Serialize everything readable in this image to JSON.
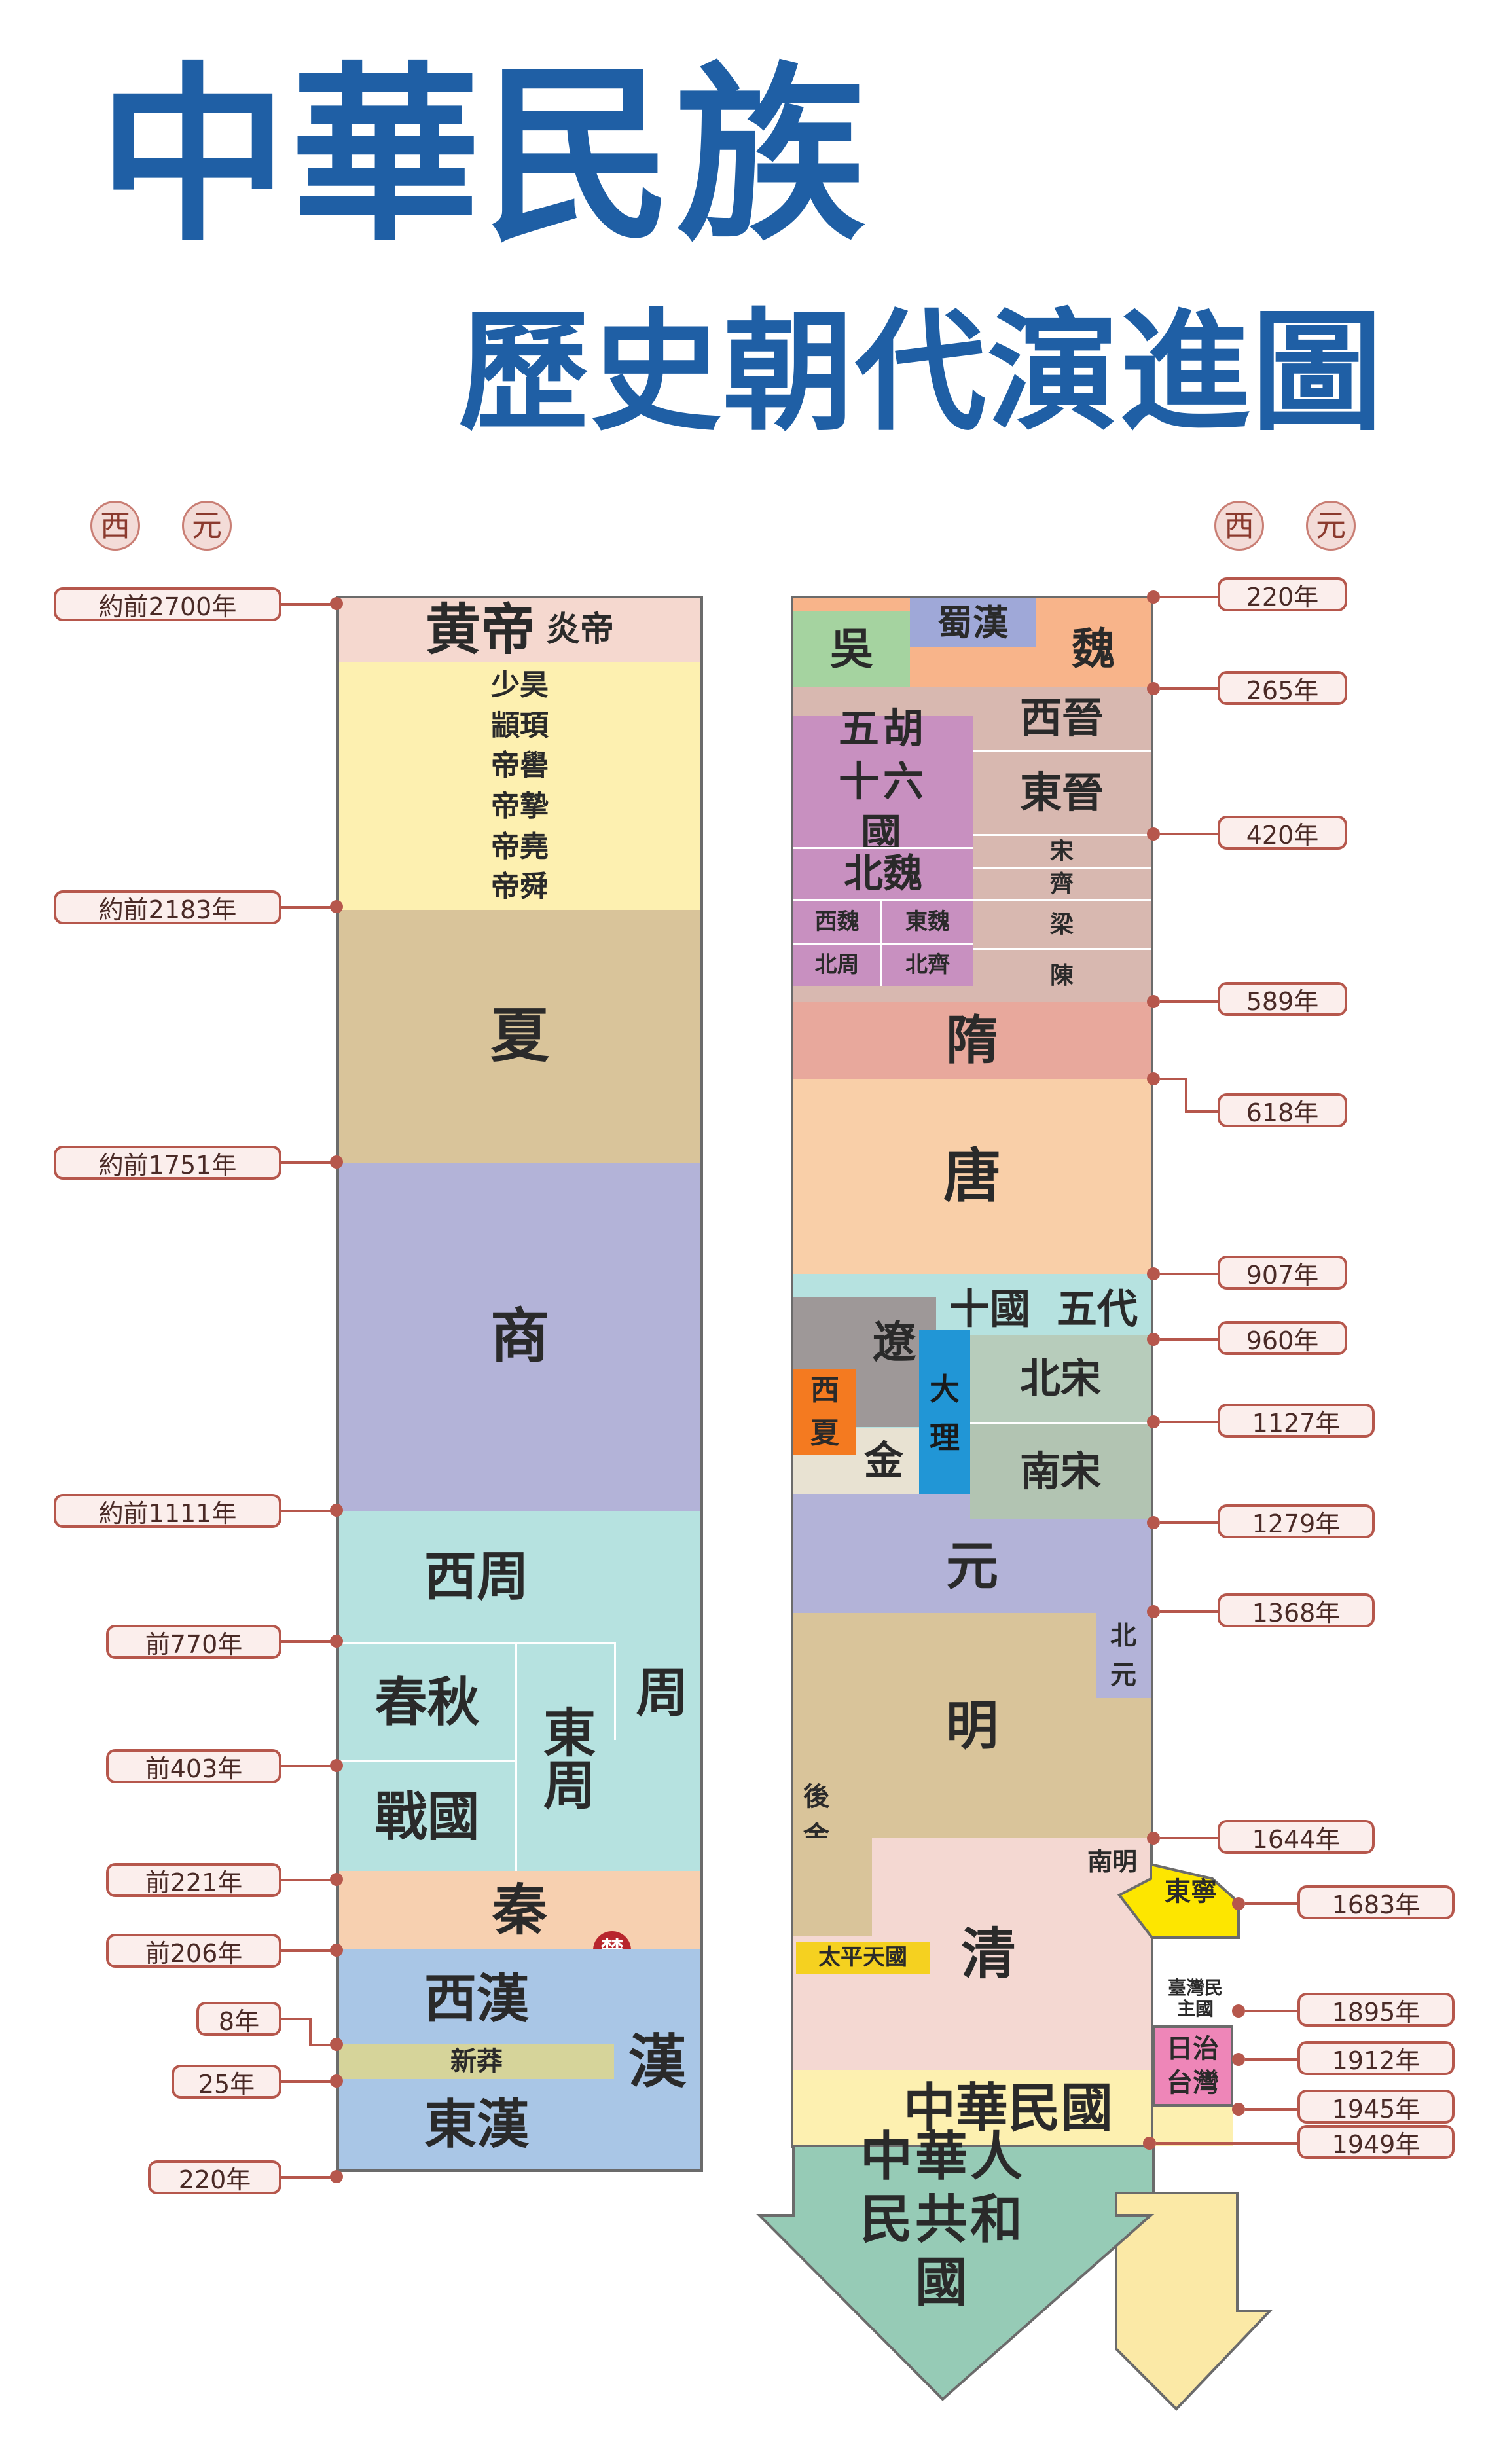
{
  "title": {
    "line1": "中華民族",
    "line2": "歷史朝代演進圖"
  },
  "era_label": {
    "left": [
      "西",
      "元"
    ],
    "right": [
      "西",
      "元"
    ]
  },
  "left_column": {
    "huangdi": "黄帝",
    "yandi": "炎帝",
    "five_emperors": [
      "少昊",
      "顓頊",
      "帝嚳",
      "帝摯",
      "帝堯",
      "帝舜"
    ],
    "xia": "夏",
    "shang": "商",
    "western_zhou": "西周",
    "zhou": "周",
    "spring_autumn": "春秋",
    "warring_states": "戰國",
    "eastern_zhou": "東周",
    "qin": "秦",
    "chu": "楚",
    "western_han": "西漢",
    "xin": "新莽",
    "han": "漢",
    "eastern_han": "東漢"
  },
  "left_years": [
    "約前2700年",
    "約前2183年",
    "約前1751年",
    "約前1111年",
    "前770年",
    "前403年",
    "前221年",
    "前206年",
    "8年",
    "25年",
    "220年"
  ],
  "right_column": {
    "wu": "吳",
    "shu_han": "蜀漢",
    "wei": "魏",
    "western_jin": "西晉",
    "eastern_jin": "東晉",
    "sixteen_kingdoms": "五胡十六國",
    "northern_wei": "北魏",
    "western_wei": "西魏",
    "eastern_wei": "東魏",
    "northern_zhou": "北周",
    "northern_qi": "北齊",
    "song_dyn": "宋",
    "qi_dyn": "齊",
    "liang": "梁",
    "chen": "陳",
    "sui": "隋",
    "tang": "唐",
    "five_dynasties": "五代",
    "ten_kingdoms": "十國",
    "liao": "遼",
    "western_xia": "西夏",
    "dali": "大理",
    "jin": "金",
    "northern_song": "北宋",
    "southern_song": "南宋",
    "yuan": "元",
    "northern_yuan": "北元",
    "ming": "明",
    "later_jin": "後金",
    "southern_ming": "南明",
    "dongning": "東寧",
    "qing": "清",
    "taiping": "太平天國",
    "taiwan_republic": "臺灣民主國",
    "japanese_taiwan": "日治台灣",
    "roc": "中華民國",
    "prc": "中華人民共和國"
  },
  "right_years": [
    "220年",
    "265年",
    "420年",
    "589年",
    "618年",
    "907年",
    "960年",
    "1127年",
    "1279年",
    "1368年",
    "1644年",
    "1683年",
    "1895年",
    "1912年",
    "1945年",
    "1949年"
  ],
  "colors": {
    "title": "#1f5fa5",
    "pill_border": "#b6574c",
    "shang": "#b3b3d8",
    "zhou": "#b6e2e0",
    "han": "#a9c6e6",
    "qing": "#f4d8d2",
    "dali": "#2196d6",
    "western_xia": "#f47a20",
    "japanese_taiwan": "#ee86b8"
  }
}
